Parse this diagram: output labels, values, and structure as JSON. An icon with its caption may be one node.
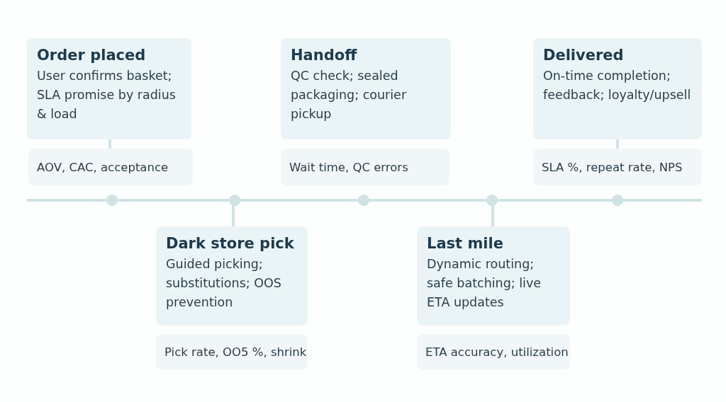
{
  "diagram": {
    "nodes": [
      {
        "text": [
          "Order placed",
          "User confirms basket; SLA promise by radius & load"
        ]
      },
      {
        "text": [
          "AOV, CAC, acceptance"
        ]
      },
      {
        "text": [
          "Handoff",
          "QC check; sealed packaging; courier pickup"
        ]
      },
      {
        "text": [
          "Wait time, QC errors"
        ]
      },
      {
        "text": [
          "Delivered",
          "On-time completion; feedback; loyalty/upsell"
        ]
      },
      {
        "text": [
          "SLA %, repeat rate, NPS"
        ]
      },
      {
        "text": [],
        "shape": "circle"
      },
      {
        "text": [],
        "shape": "circle"
      },
      {
        "text": [],
        "shape": "circle"
      },
      {
        "text": [],
        "shape": "circle"
      },
      {
        "text": [],
        "shape": "circle"
      },
      {
        "text": [
          "Dark store pick",
          "Guided picking; substitutions; OOS prevention"
        ]
      },
      {
        "text": [
          "Pick rate, OO5 %, shrink"
        ]
      },
      {
        "text": [
          "Last mile",
          "Dynamic routing; safe batching; live ETA updates"
        ]
      },
      {
        "text": [
          "ETA accuracy, utilization"
        ]
      }
    ],
    "edges": [
      {
        "from": 0,
        "to": 1,
        "arrow": "none"
      },
      {
        "from": 4,
        "to": 5,
        "arrow": "none"
      },
      {
        "from": 7,
        "to": 11,
        "arrow": "none"
      },
      {
        "from": 9,
        "to": 13,
        "arrow": "none"
      }
    ]
  }
}
